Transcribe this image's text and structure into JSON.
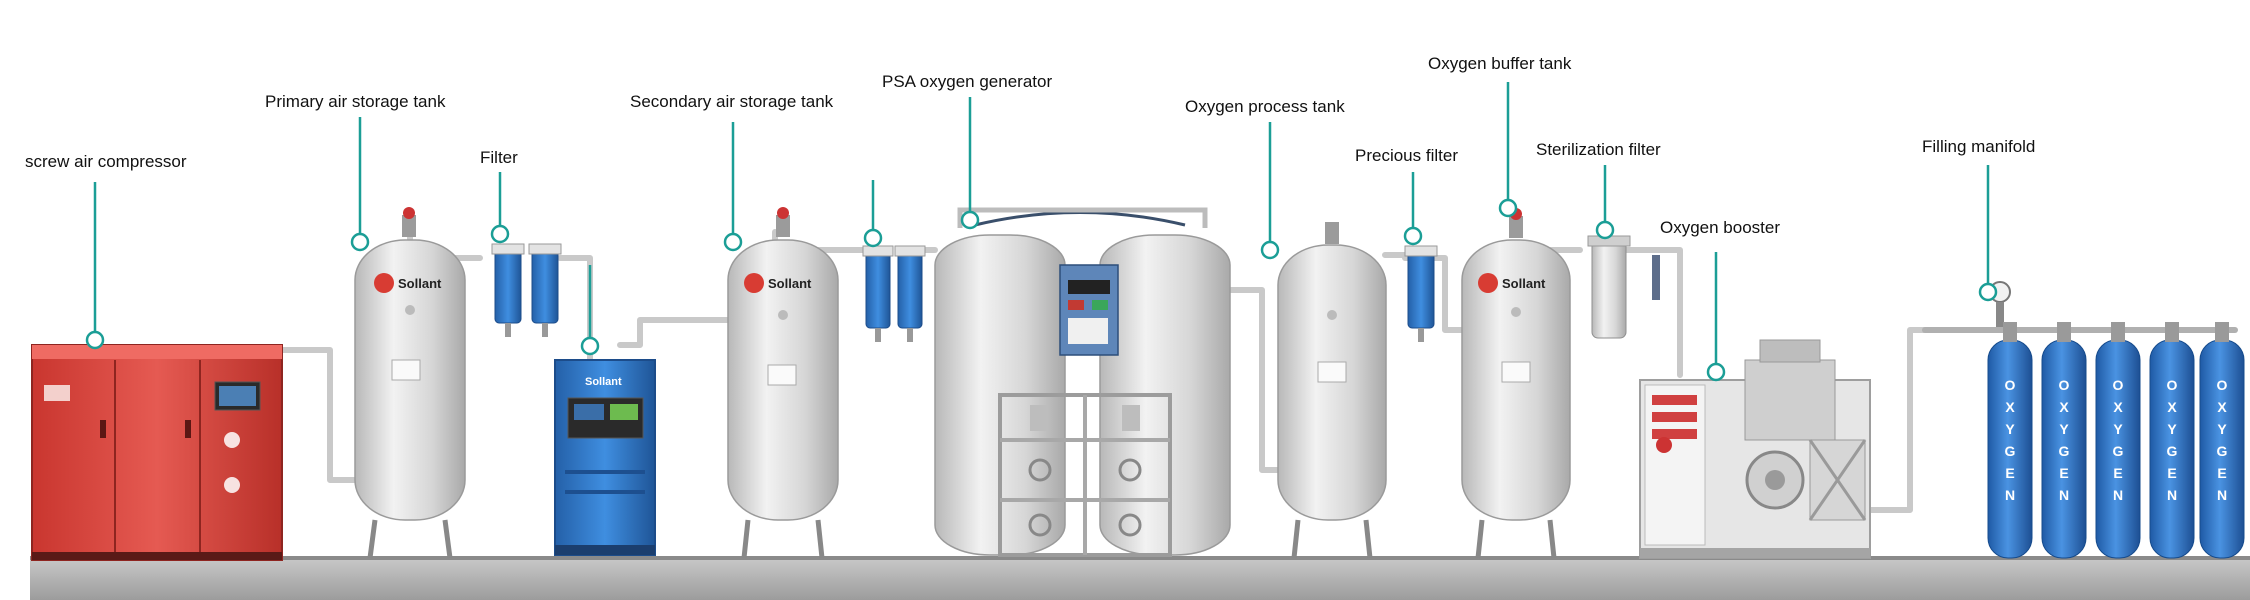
{
  "labels": {
    "compressor": "screw air compressor",
    "primary_tank": "Primary air storage tank",
    "filter": "Filter",
    "secondary_tank": "Secondary air storage tank",
    "psa": "PSA oxygen generator",
    "process_tank": "Oxygen process tank",
    "precious_filter": "Precious filter",
    "buffer_tank": "Oxygen buffer tank",
    "sterilization_filter": "Sterilization filter",
    "booster": "Oxygen booster",
    "manifold": "Filling manifold"
  },
  "brand": "Sollant",
  "cylinder_text": "OXYGEN",
  "colors": {
    "callout": "#1b9e96",
    "tank": "#dcdcdc",
    "compressor": "#d8453e",
    "dryer": "#2f76c8",
    "filter": "#3a86d6",
    "cylinder": "#2f74c8",
    "floor": "#b9b9b9"
  }
}
